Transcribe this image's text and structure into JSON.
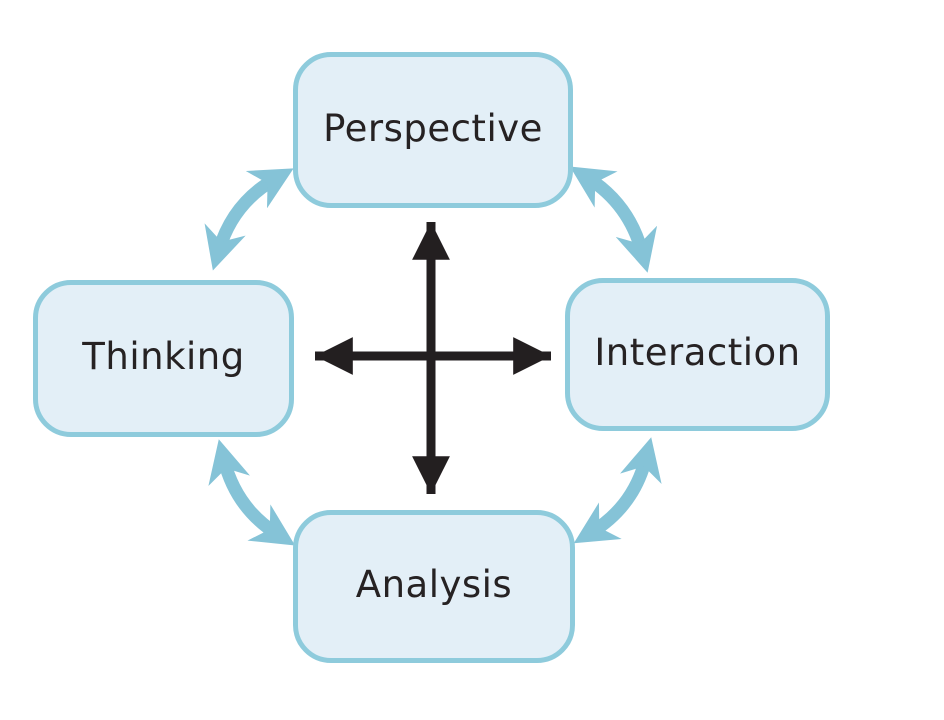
{
  "diagram": {
    "type": "cycle",
    "nodes": [
      {
        "id": "perspective",
        "label": "Perspective",
        "position": "top"
      },
      {
        "id": "thinking",
        "label": "Thinking",
        "position": "left"
      },
      {
        "id": "interaction",
        "label": "Interaction",
        "position": "right"
      },
      {
        "id": "analysis",
        "label": "Analysis",
        "position": "bottom"
      }
    ],
    "connectors": [
      {
        "id": "thinking-perspective",
        "between": [
          "Thinking",
          "Perspective"
        ],
        "style": "curved-double-arrow",
        "color": "#85c3d7"
      },
      {
        "id": "perspective-interaction",
        "between": [
          "Perspective",
          "Interaction"
        ],
        "style": "curved-double-arrow",
        "color": "#85c3d7"
      },
      {
        "id": "thinking-analysis",
        "between": [
          "Thinking",
          "Analysis"
        ],
        "style": "curved-double-arrow",
        "color": "#85c3d7"
      },
      {
        "id": "analysis-interaction",
        "between": [
          "Analysis",
          "Interaction"
        ],
        "style": "curved-double-arrow",
        "color": "#85c3d7"
      },
      {
        "id": "center-cross",
        "between": [
          "Perspective",
          "Analysis",
          "Thinking",
          "Interaction"
        ],
        "style": "four-way-double-arrow",
        "color": "#231f20"
      }
    ],
    "colors": {
      "node_fill": "#e3eff7",
      "node_border": "#8ecbdc",
      "curved_arrow": "#85c3d7",
      "cross_arrow": "#231f20",
      "text": "#262223",
      "background": "#ffffff"
    }
  }
}
